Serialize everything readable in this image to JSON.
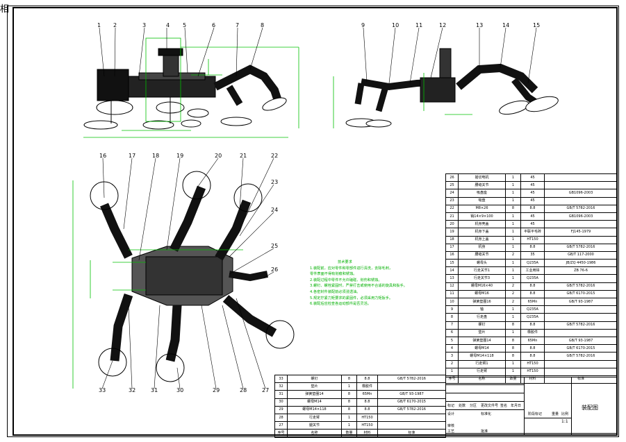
{
  "corner_label": "相",
  "balloons_top": [
    "1",
    "2",
    "3",
    "4",
    "5",
    "6",
    "7",
    "8",
    "9",
    "10",
    "11",
    "12",
    "13",
    "14",
    "15"
  ],
  "balloons_mid": [
    "16",
    "17",
    "18",
    "19",
    "20",
    "21",
    "22",
    "23",
    "24",
    "25",
    "26"
  ],
  "balloons_bottom": [
    "33",
    "32",
    "31",
    "30",
    "29",
    "28",
    "27"
  ],
  "notes": [
    "技术要求",
    "1.装配前，应对零件和零部件进行清洗，去除毛刺，",
    "  零件表面不得有划痕和锈蚀。",
    "2.装配过程中零件不允许磕碰、划伤和锈蚀。",
    "3.螺钉、螺栓紧固时，严禁打击或使用不合适的旋具和扳手。",
    "4.各密封件装配前必须浸透油。",
    "5.规定拧紧力矩要求的紧固件，必须采用力矩扳手。",
    "6.装配后应检查各运动部件是否灵活。"
  ],
  "bom_right": [
    [
      "26",
      "摇切电机",
      "1",
      "45",
      ""
    ],
    [
      "25",
      "腰缝关节",
      "1",
      "45",
      ""
    ],
    [
      "24",
      "吸盘座",
      "1",
      "45",
      "GB1096-2003"
    ],
    [
      "23",
      "吸盘",
      "1",
      "45",
      ""
    ],
    [
      "22",
      "M8×26",
      "8",
      "8.8",
      "GB/T 5782-2016"
    ],
    [
      "21",
      "销14×9×100",
      "1",
      "45",
      "GB1096-2003"
    ],
    [
      "20",
      "机身壳盖",
      "1",
      "45",
      ""
    ],
    [
      "19",
      "机身下盖",
      "1",
      "半联平毛砖",
      "FJ145-1979"
    ],
    [
      "18",
      "机身上盖",
      "1",
      "HT150",
      ""
    ],
    [
      "17",
      "机身",
      "1",
      "8.8",
      "GB/T 5782-2016"
    ],
    [
      "16",
      "腰缝关节",
      "2",
      "35",
      "GB/T 117-2000"
    ],
    [
      "15",
      "螺母头",
      "1",
      "Q235A",
      "JB/ZQ 4450-1986"
    ],
    [
      "14",
      "行走关节1",
      "1",
      "工业用锌",
      "ZB 76-6"
    ],
    [
      "13",
      "行走关节3",
      "1",
      "Q235A",
      ""
    ],
    [
      "12",
      "螺母M16×40",
      "2",
      "8.8",
      "GB/T 5782-2016"
    ],
    [
      "11",
      "螺母M16",
      "2",
      "8.8",
      "GB/T 6170-2015"
    ],
    [
      "10",
      "弹簧垫圈16",
      "2",
      "65Mn",
      "GB/T 93-1987"
    ],
    [
      "9",
      "轴",
      "1",
      "Q235A",
      ""
    ],
    [
      "8",
      "行走盘",
      "1",
      "Q235A",
      ""
    ],
    [
      "7",
      "螺钉",
      "8",
      "8.8",
      "GB/T 5782-2016"
    ],
    [
      "6",
      "垫片",
      "1",
      "橡胶件",
      ""
    ],
    [
      "5",
      "弹簧垫圈14",
      "8",
      "65Mn",
      "GB/T 93-1987"
    ],
    [
      "4",
      "螺母M14",
      "8",
      "8.8",
      "GB/T 6170-2015"
    ],
    [
      "3",
      "螺母M14×118",
      "8",
      "8.8",
      "GB/T 5782-2016"
    ],
    [
      "2",
      "行走臂1",
      "1",
      "HT150",
      ""
    ],
    [
      "1",
      "行走臂",
      "1",
      "HT150",
      ""
    ]
  ],
  "bom_right_header": [
    "序号",
    "名称",
    "数量",
    "材料",
    "标准"
  ],
  "bom_bottom": [
    [
      "33",
      "螺钉",
      "8",
      "8.8",
      "GB/T 5782-2016"
    ],
    [
      "32",
      "垫片",
      "1",
      "橡胶件",
      ""
    ],
    [
      "31",
      "弹簧垫圈14",
      "8",
      "65Mn",
      "GB/T 93-1987"
    ],
    [
      "30",
      "螺母M14",
      "8",
      "8.8",
      "GB/T 6170-2015"
    ],
    [
      "29",
      "螺母M14×118",
      "8",
      "8.8",
      "GB/T 5782-2016"
    ],
    [
      "28",
      "行走臂",
      "1",
      "HT150",
      ""
    ],
    [
      "27",
      "腿关节",
      "1",
      "HT150",
      ""
    ]
  ],
  "bom_bottom_header": [
    "序号",
    "名称",
    "数量",
    "材料",
    "标准"
  ],
  "title_block": {
    "drawing_name": "装配图",
    "scale": "1:1",
    "labels": [
      "标记",
      "处数",
      "分区",
      "更改文件号",
      "签名",
      "年月日",
      "设计",
      "标准化",
      "阶段标记",
      "重量",
      "比例",
      "审核",
      "工艺",
      "批准"
    ]
  }
}
